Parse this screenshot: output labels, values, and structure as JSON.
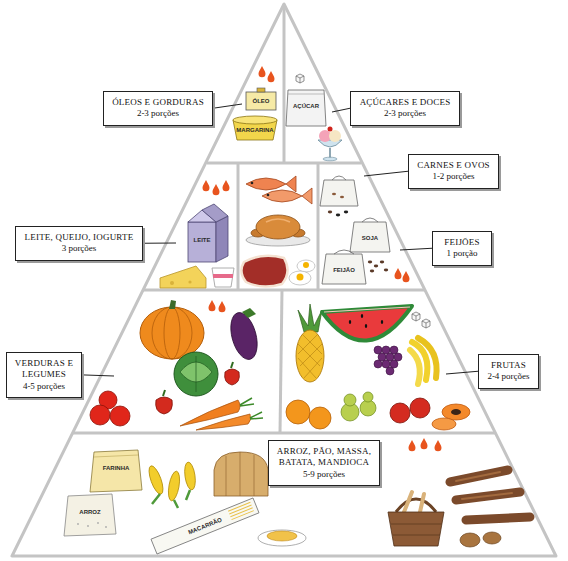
{
  "diagram": {
    "nodes": [
      {
        "text": [
          "ÓLEOS E GORDURAS",
          "2-3 porções"
        ]
      },
      {
        "text": [
          "AÇÚCARES E DOCES",
          "2-3 porções"
        ]
      },
      {
        "text": [
          "CARNES E OVOS",
          "1-2 porções"
        ]
      },
      {
        "text": [
          "LEITE, QUEIJO, IOGURTE",
          "3 porções"
        ]
      },
      {
        "text": [
          "FEIJÕES",
          "1 porção"
        ]
      },
      {
        "text": [
          "VERDURAS E LEGUMES",
          "4-5 porções"
        ]
      },
      {
        "text": [
          "FRUTAS",
          "2-4 porções"
        ]
      },
      {
        "text": [
          "ARROZ, PÃO, MASSA, BATATA, MANDIOCA",
          "5-9 porções"
        ]
      }
    ],
    "labels": [
      "ÓLEO",
      "MARGARINA",
      "AÇÚCAR",
      "LEITE",
      "SOJA",
      "FEIJÃO",
      "FARINHA",
      "ARROZ",
      "MACARRÃO"
    ]
  }
}
